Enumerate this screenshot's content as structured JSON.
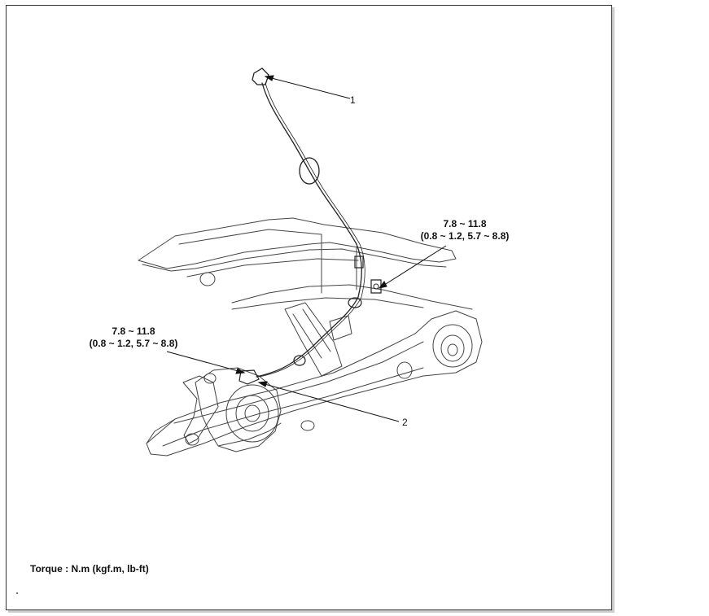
{
  "callouts": {
    "one": "1",
    "two": "2"
  },
  "torque_upper": {
    "line1": "7.8 ~ 11.8",
    "line2": "(0.8 ~ 1.2, 5.7 ~ 8.8)"
  },
  "torque_lower": {
    "line1": "7.8 ~ 11.8",
    "line2": "(0.8 ~ 1.2, 5.7 ~ 8.8)"
  },
  "note": "Torque : N.m (kgf.m, lb-ft)"
}
